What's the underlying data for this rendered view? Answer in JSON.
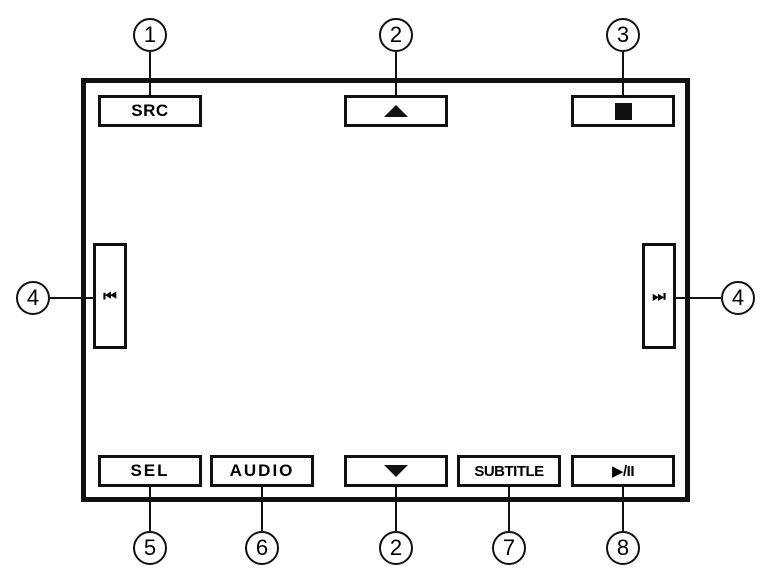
{
  "buttons": {
    "src": "SRC",
    "sel": "SEL",
    "audio": "AUDIO",
    "subtitle": "SUBTITLE",
    "prev_icon": "⏮",
    "next_icon": "⏭",
    "play_pause_icon": "▶/II"
  },
  "icons": {
    "up": "up-arrow-icon",
    "down": "down-arrow-icon",
    "stop": "stop-icon",
    "prev": "skip-previous-icon",
    "next": "skip-next-icon",
    "play_pause": "play-pause-icon"
  },
  "callouts": {
    "c1": "1",
    "c2_top": "2",
    "c3": "3",
    "c4_left": "4",
    "c4_right": "4",
    "c5": "5",
    "c6": "6",
    "c2_bottom": "2",
    "c7": "7",
    "c8": "8"
  }
}
